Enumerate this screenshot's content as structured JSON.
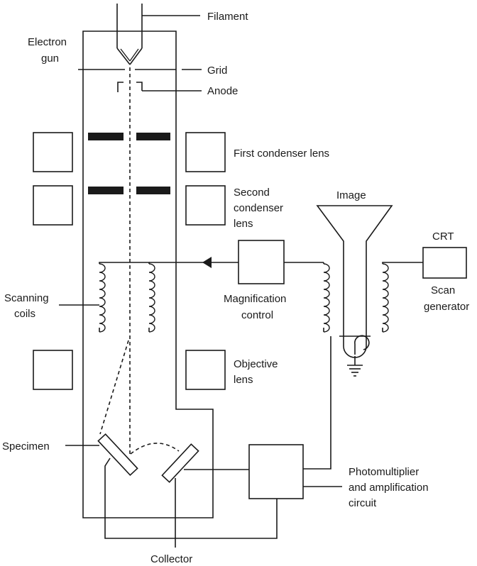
{
  "labels": {
    "filament": "Filament",
    "electron_gun_1": "Electron",
    "electron_gun_2": "gun",
    "grid": "Grid",
    "anode": "Anode",
    "first_condenser": "First condenser lens",
    "second_condenser_1": "Second",
    "second_condenser_2": "condenser",
    "second_condenser_3": "lens",
    "image": "Image",
    "crt": "CRT",
    "scanning_coils_1": "Scanning",
    "scanning_coils_2": "coils",
    "magnification_1": "Magnification",
    "magnification_2": "control",
    "scan_generator_1": "Scan",
    "scan_generator_2": "generator",
    "objective_1": "Objective",
    "objective_2": "lens",
    "specimen": "Specimen",
    "photomultiplier_1": "Photomultiplier",
    "photomultiplier_2": "and amplification",
    "photomultiplier_3": "circuit",
    "collector": "Collector"
  }
}
